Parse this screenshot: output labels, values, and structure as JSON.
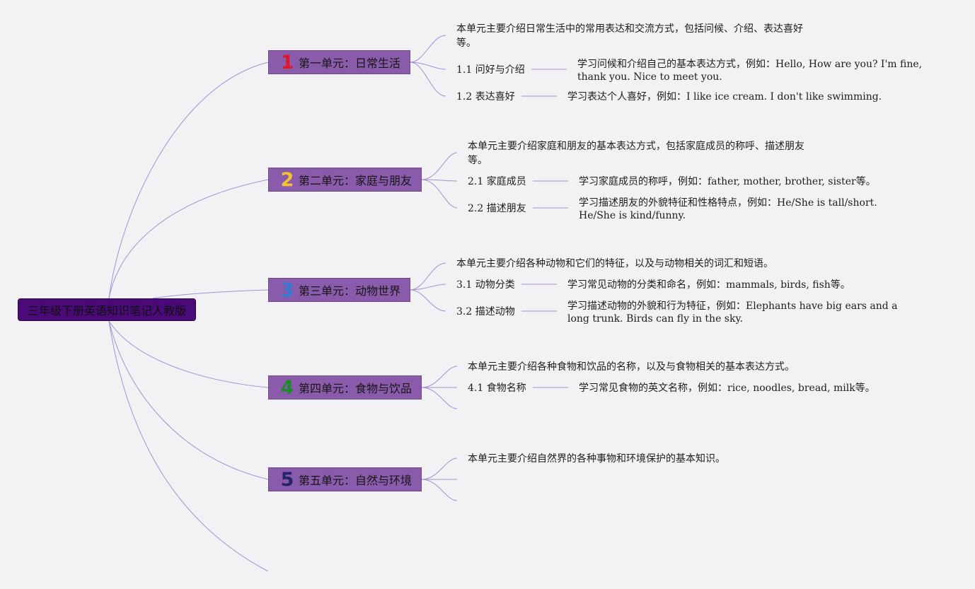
{
  "root": {
    "label": "三年级下册英语知识笔记人教版"
  },
  "units": [
    {
      "number": "1",
      "number_color": "#e0162b",
      "title": "第一单元：日常生活",
      "summary": "本单元主要介绍日常生活中的常用表达和交流方式，包括问候、介绍、表达喜好等。",
      "subs": [
        {
          "label": "1.1 问好与介绍",
          "detail": "学习问候和介绍自己的基本表达方式，例如：Hello, How are you? I'm fine, thank you. Nice to meet you."
        },
        {
          "label": "1.2 表达喜好",
          "detail": "学习表达个人喜好，例如：I like ice cream. I don't like swimming."
        }
      ]
    },
    {
      "number": "2",
      "number_color": "#f2c230",
      "title": "第二单元：家庭与朋友",
      "summary": "本单元主要介绍家庭和朋友的基本表达方式，包括家庭成员的称呼、描述朋友等。",
      "subs": [
        {
          "label": "2.1 家庭成员",
          "detail": "学习家庭成员的称呼，例如：father, mother, brother, sister等。"
        },
        {
          "label": "2.2 描述朋友",
          "detail": "学习描述朋友的外貌特征和性格特点，例如：He/She is tall/short. He/She is kind/funny."
        }
      ]
    },
    {
      "number": "3",
      "number_color": "#2f7fd6",
      "title": "第三单元：动物世界",
      "summary": "本单元主要介绍各种动物和它们的特征，以及与动物相关的词汇和短语。",
      "subs": [
        {
          "label": "3.1 动物分类",
          "detail": "学习常见动物的分类和命名，例如：mammals, birds, fish等。"
        },
        {
          "label": "3.2 描述动物",
          "detail": "学习描述动物的外貌和行为特征，例如：Elephants have big ears and a long trunk. Birds can fly in the sky."
        }
      ]
    },
    {
      "number": "4",
      "number_color": "#1f8a2a",
      "title": "第四单元：食物与饮品",
      "summary": "本单元主要介绍各种食物和饮品的名称，以及与食物相关的基本表达方式。",
      "subs": [
        {
          "label": "4.1 食物名称",
          "detail": "学习常见食物的英文名称，例如：rice, noodles, bread, milk等。"
        }
      ]
    },
    {
      "number": "5",
      "number_color": "#24246e",
      "title": "第五单元：自然与环境",
      "summary": "本单元主要介绍自然界的各种事物和环境保护的基本知识。",
      "subs": []
    }
  ]
}
